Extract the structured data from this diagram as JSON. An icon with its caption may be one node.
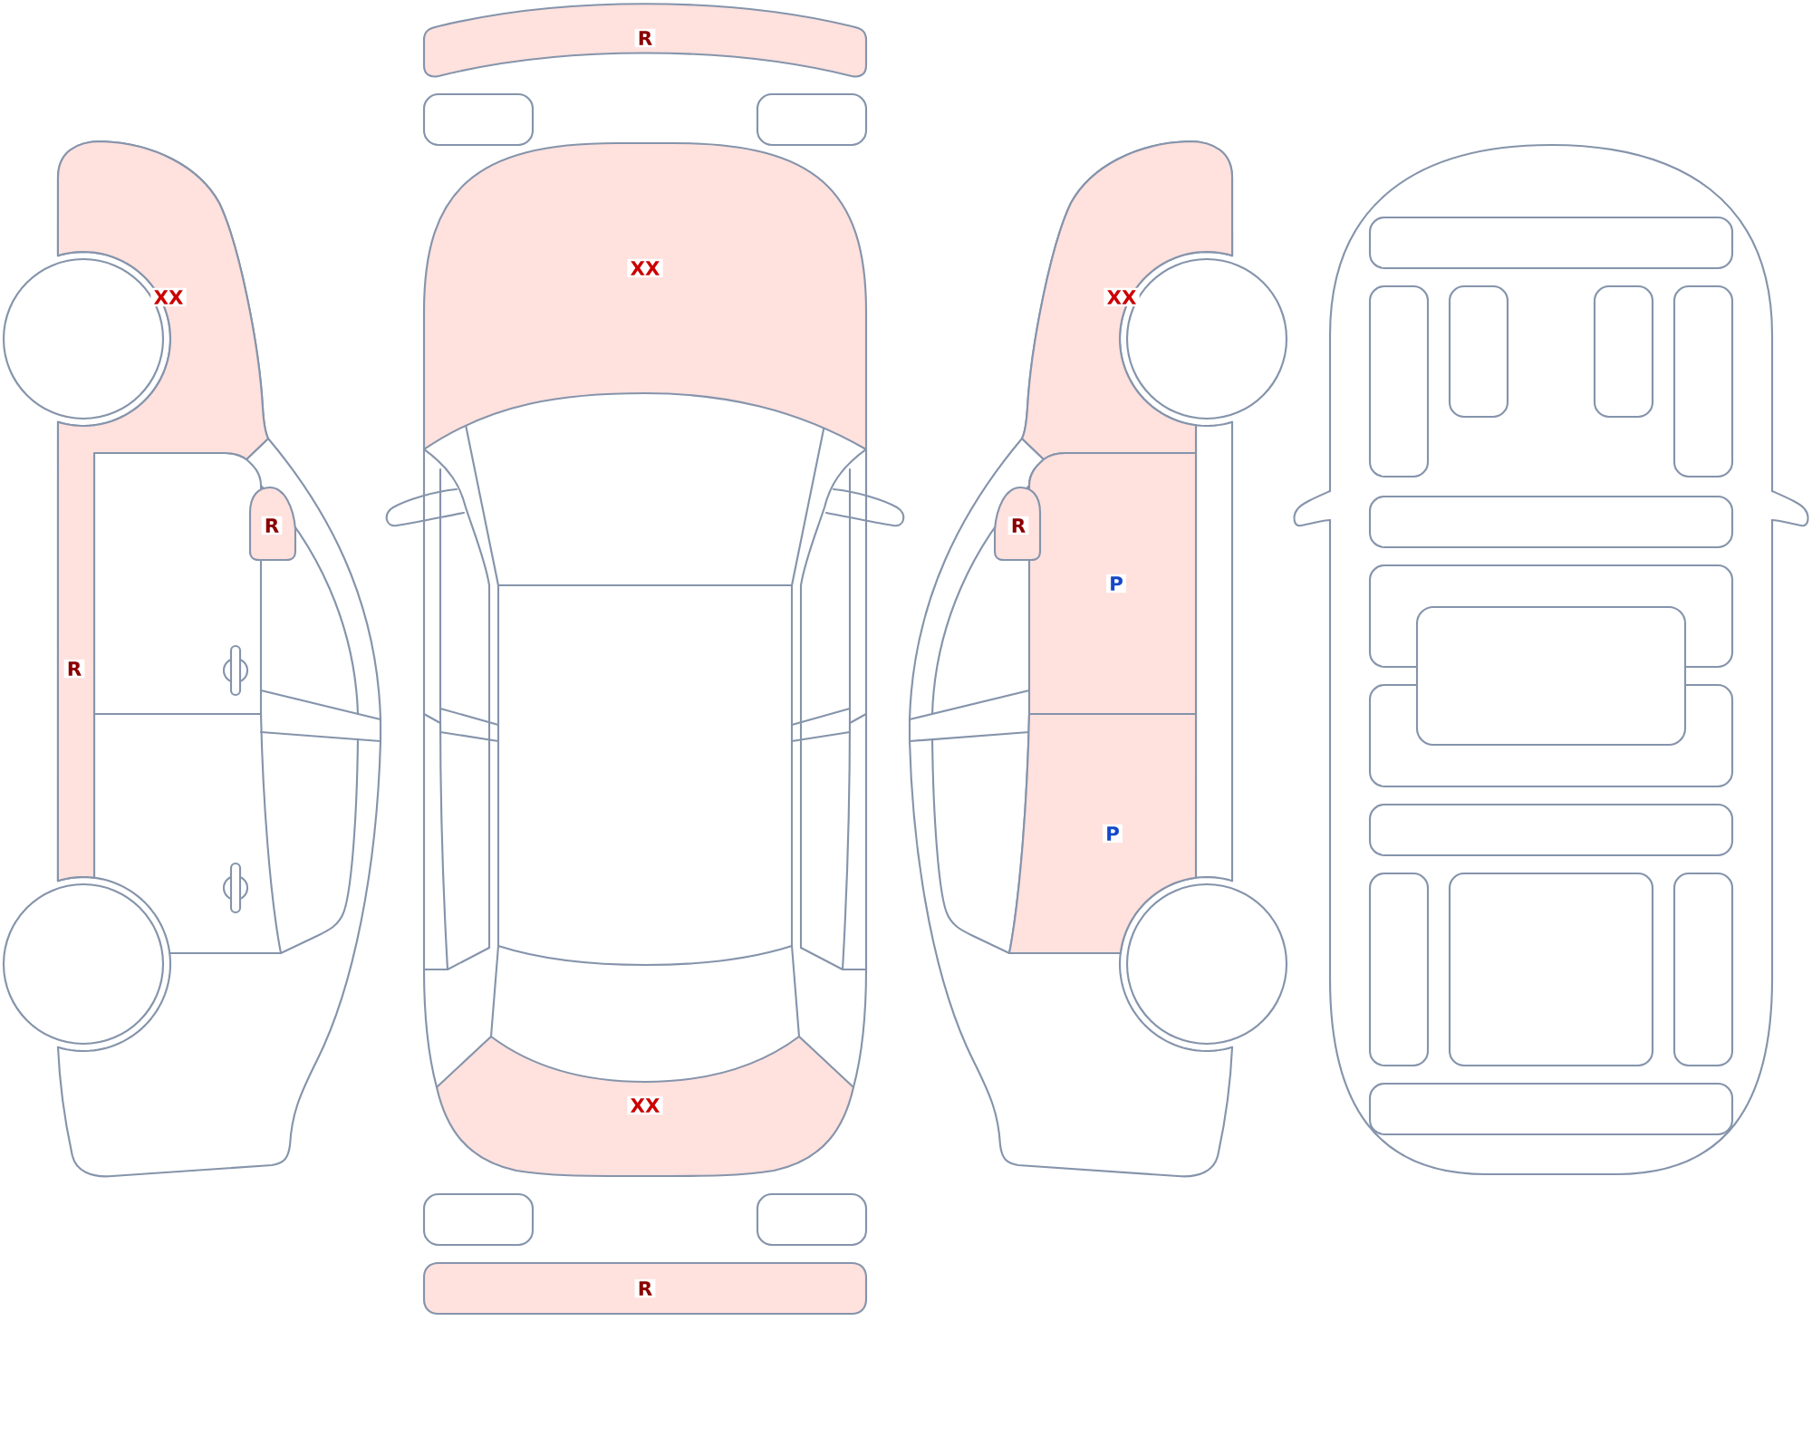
{
  "diagram": {
    "nodes": [
      {
        "text": [
          "XX"
        ]
      },
      {
        "text": [
          "R"
        ]
      },
      {
        "text": [
          "R"
        ]
      },
      {
        "text": [
          "R"
        ]
      },
      {
        "text": [
          "XX"
        ]
      },
      {
        "text": [
          "XX"
        ]
      },
      {
        "text": [
          "R"
        ]
      },
      {
        "text": [
          "XX"
        ]
      },
      {
        "text": [
          "R"
        ]
      },
      {
        "text": [
          "P"
        ]
      },
      {
        "text": [
          "P"
        ]
      }
    ]
  }
}
